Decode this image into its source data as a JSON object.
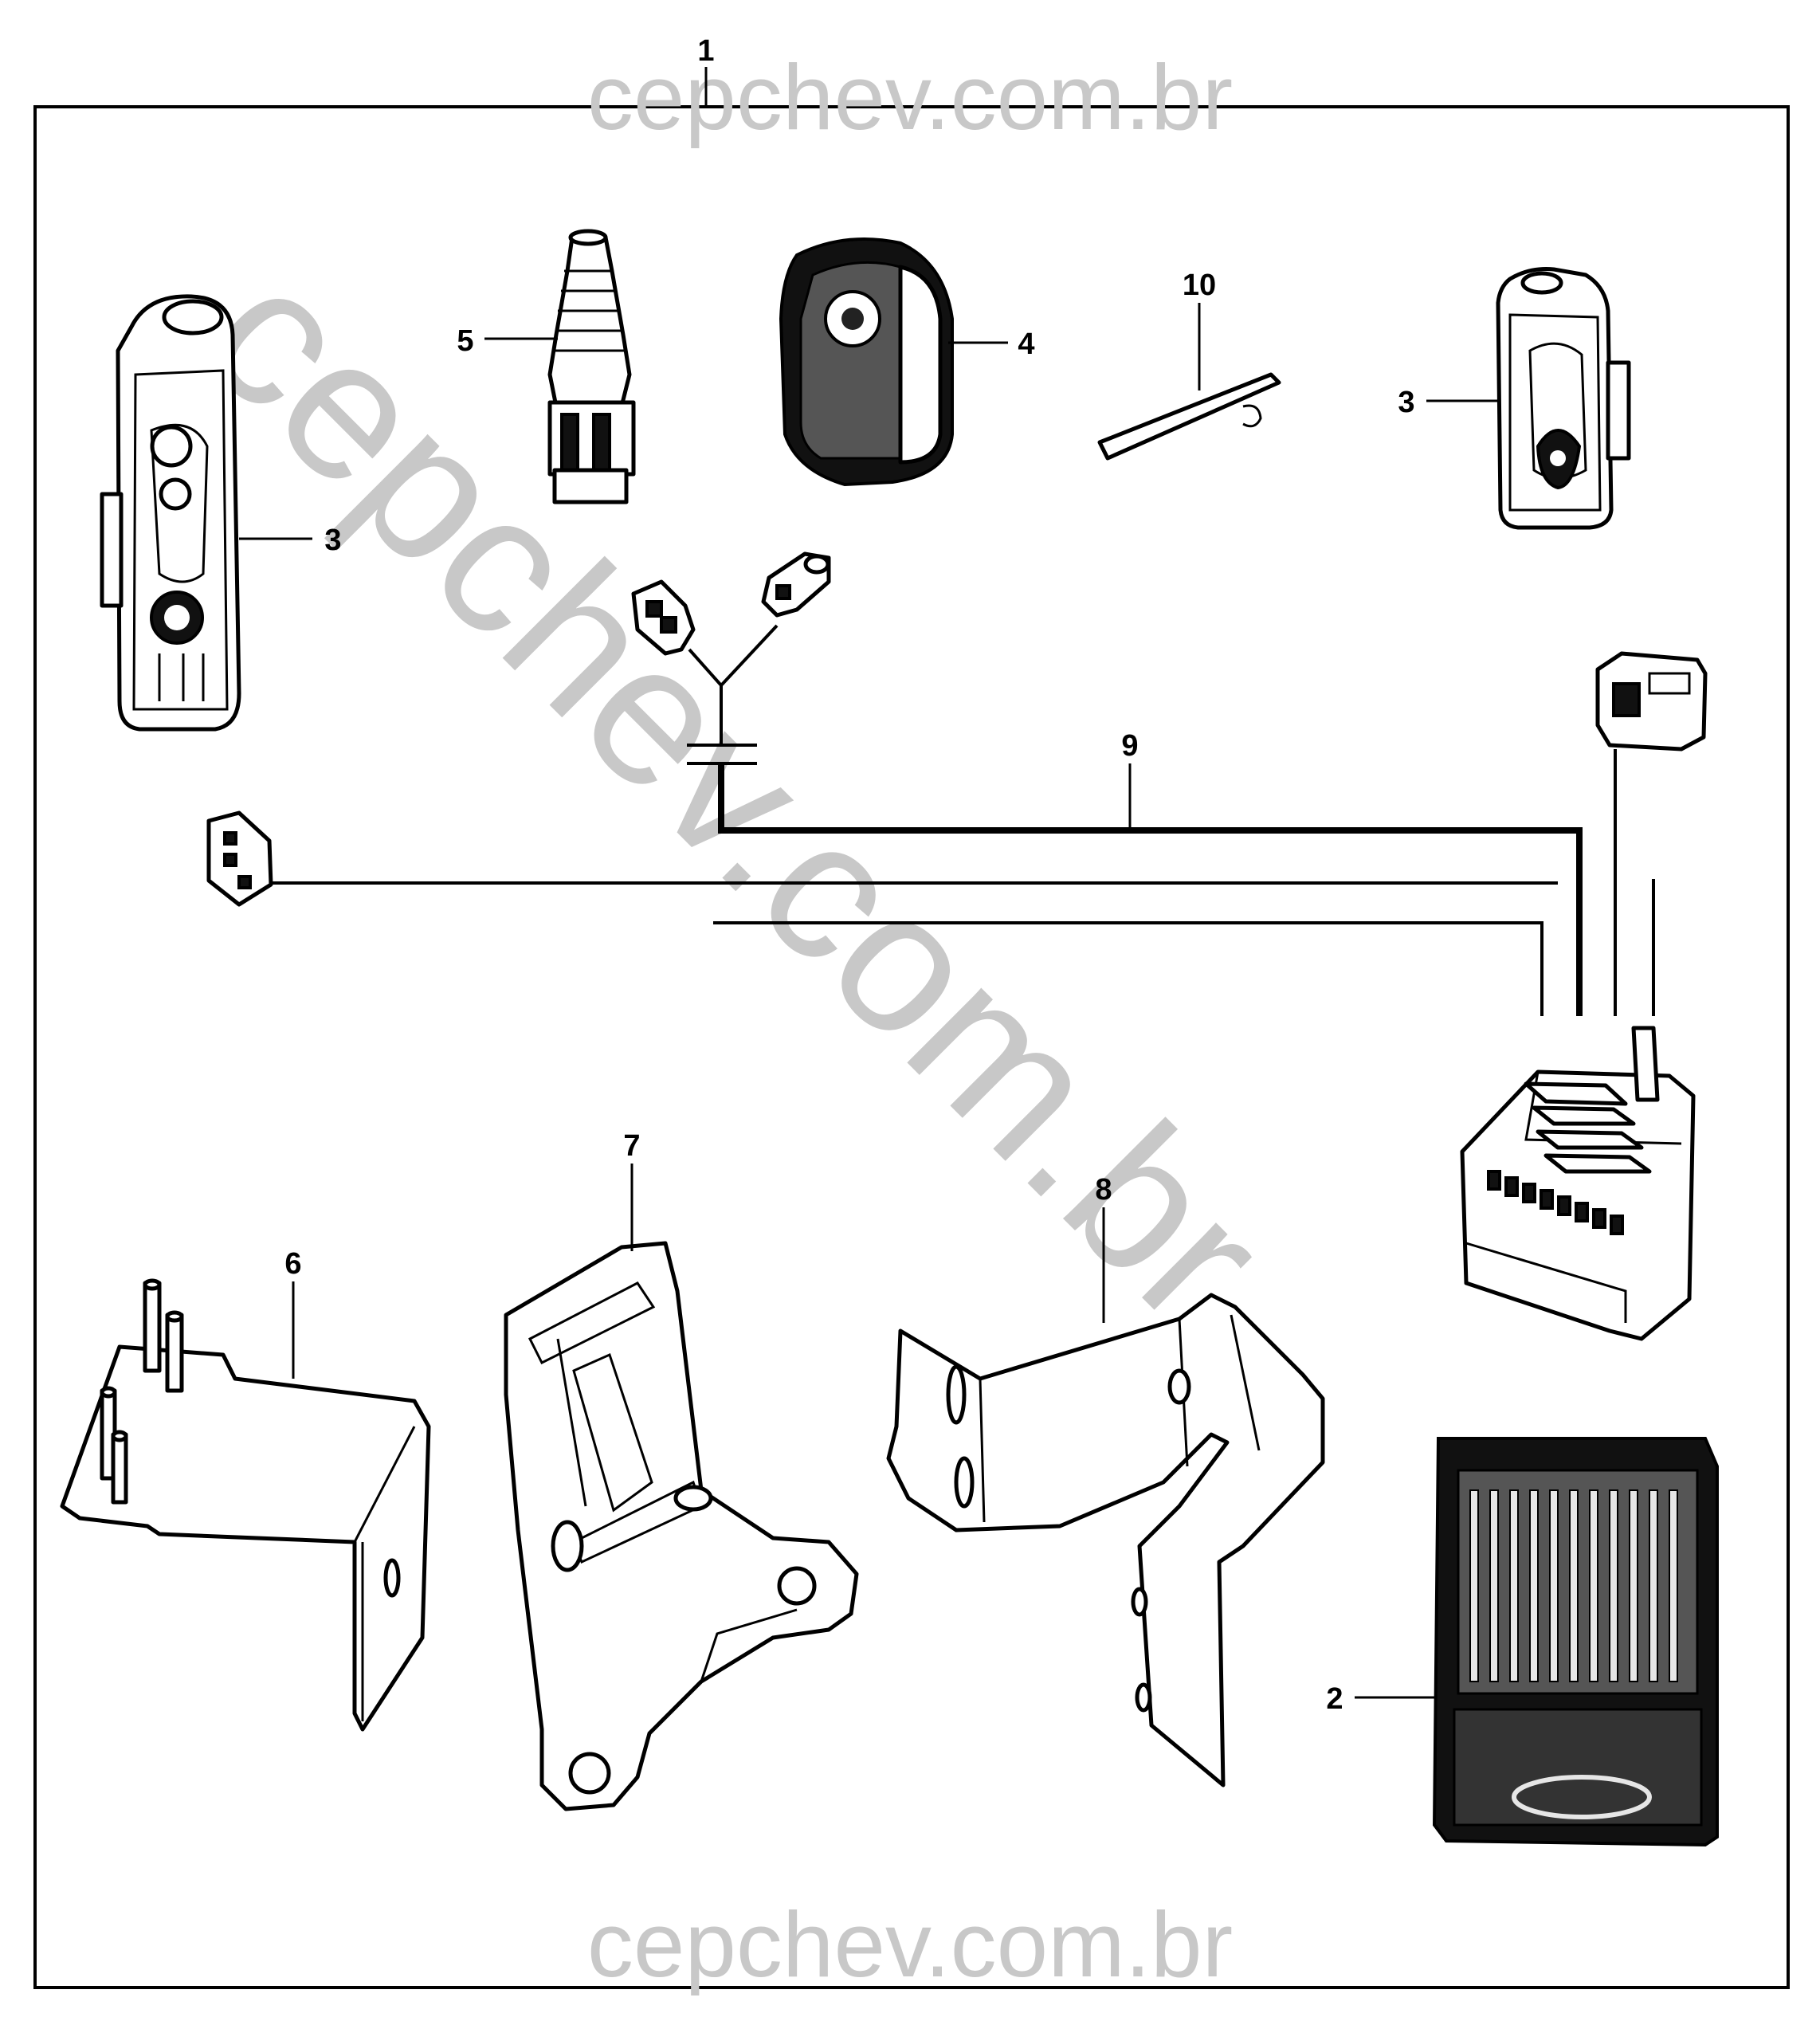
{
  "watermark": {
    "text": "cepchev.com.br",
    "color": "#c8c8c8"
  },
  "callouts": {
    "c1": "1",
    "c2": "2",
    "c3_left": "3",
    "c3_right": "3",
    "c4": "4",
    "c5": "5",
    "c6": "6",
    "c7": "7",
    "c8": "8",
    "c9": "9",
    "c10": "10"
  }
}
